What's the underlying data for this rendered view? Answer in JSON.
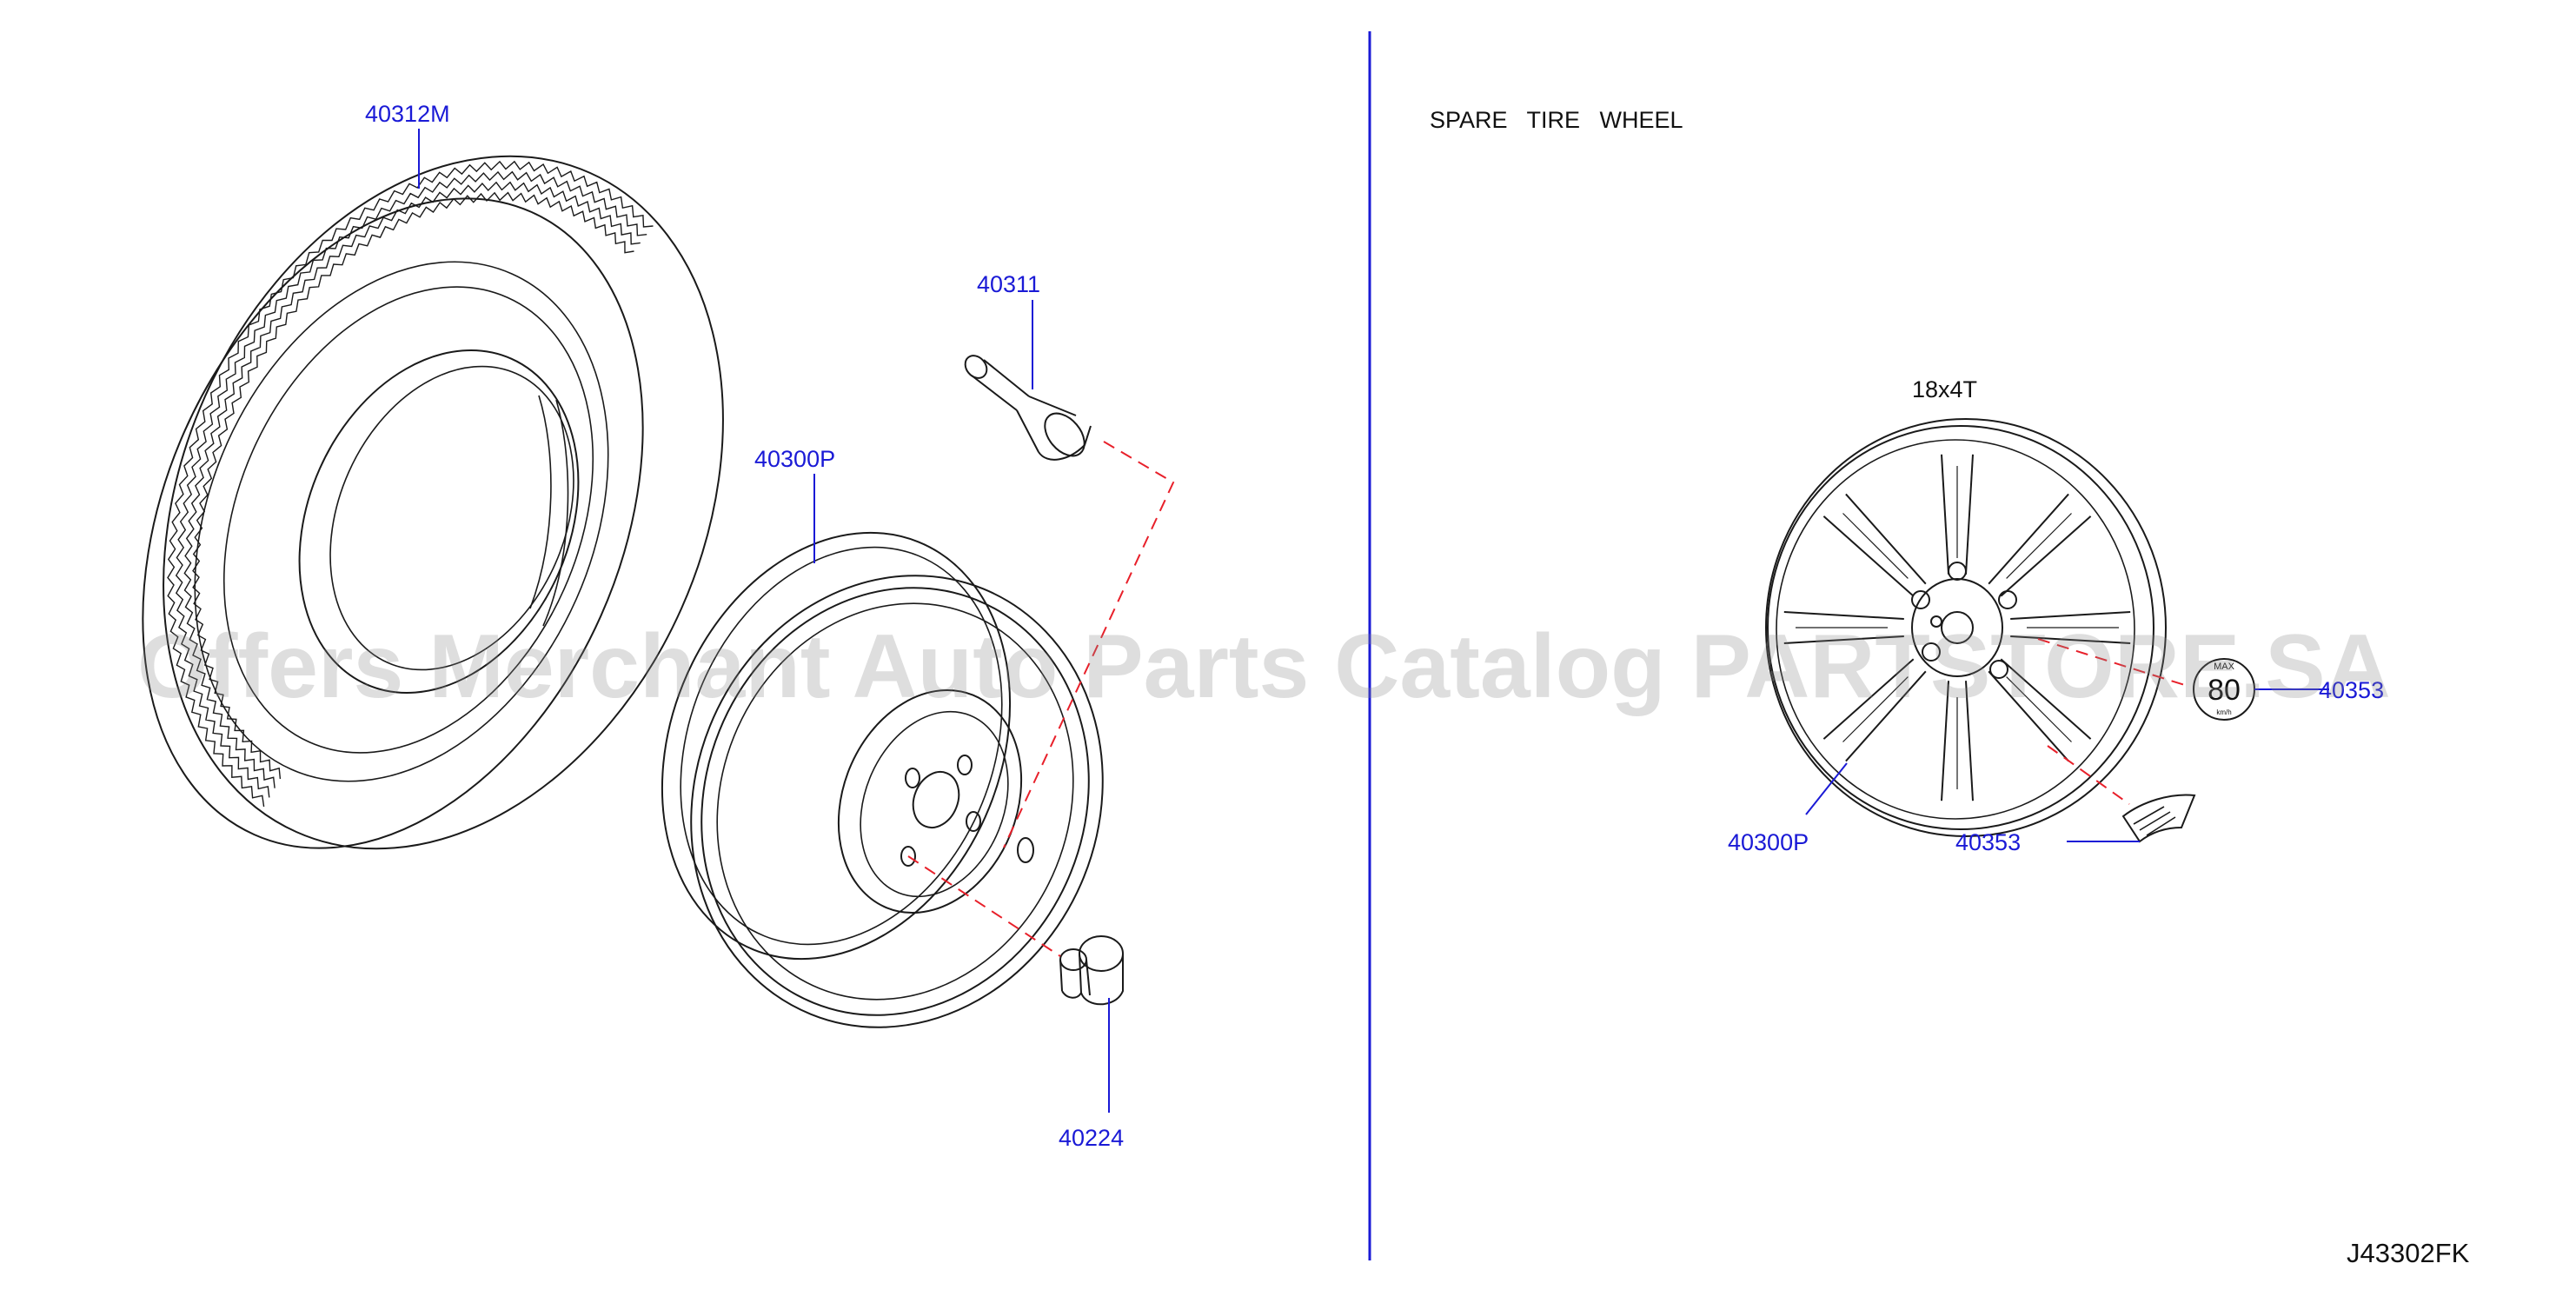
{
  "labels": {
    "tire": "40312M",
    "valve": "40311",
    "wheel_left": "40300P",
    "nut": "40224",
    "wheel_right": "40300P",
    "weight": "40353",
    "label_sticker": "40353",
    "spare_title": "SPARE   TIRE   WHEEL",
    "wheel_size": "18x4T",
    "diagram_code": "J43302FK",
    "speed_value": "80",
    "speed_max": "MAX",
    "speed_unit": "km/h"
  },
  "watermark": "Offers Merchant Auto Parts Catalog PARTSTORE.SA",
  "colors": {
    "part_number": "#1a1ad6",
    "line": "#1a1a1a",
    "dashed_leader": "#e8202a",
    "divider": "#1a1ad6",
    "watermark": "#8a8a8a"
  }
}
